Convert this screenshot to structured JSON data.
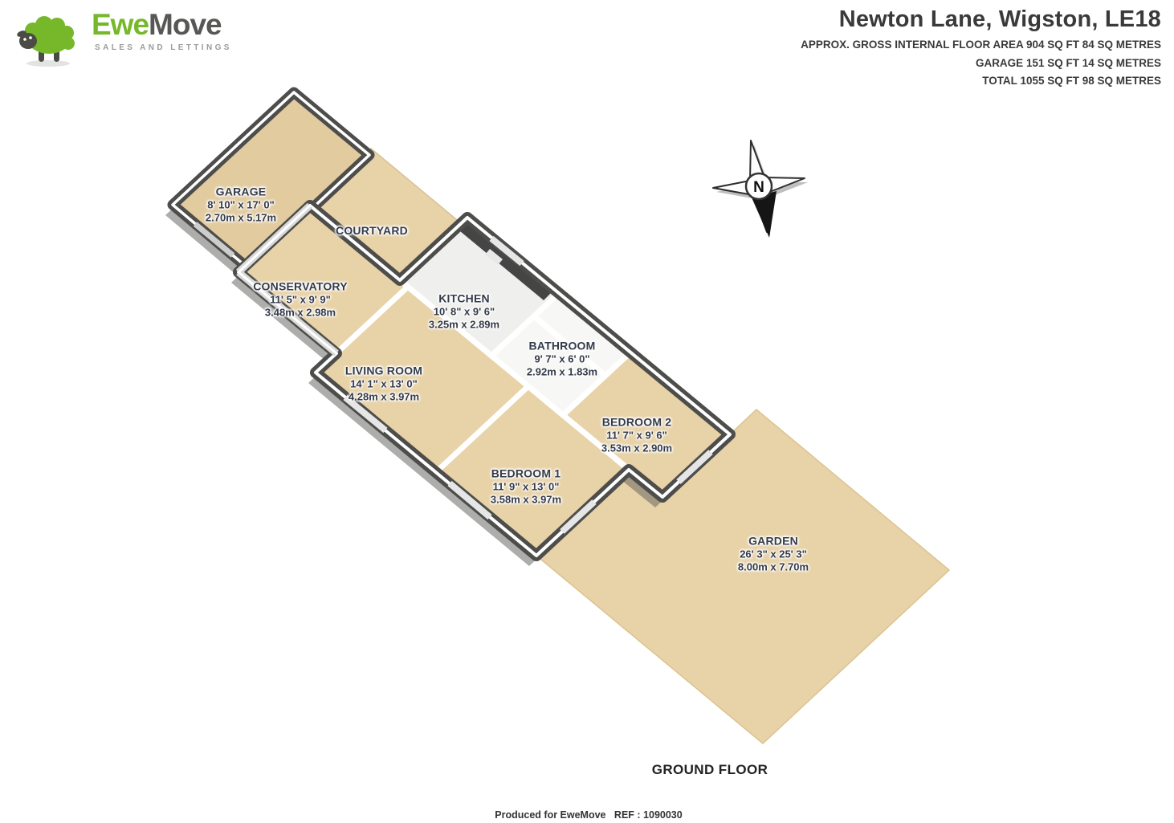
{
  "logo": {
    "brand_ewe": "Ewe",
    "brand_move": "Move",
    "tagline": "SALES AND LETTINGS"
  },
  "header": {
    "title": "Newton Lane, Wigston, LE18",
    "area_lines": [
      "APPROX. GROSS INTERNAL FLOOR AREA 904 SQ FT 84 SQ METRES",
      "GARAGE 151 SQ FT 14 SQ METRES",
      "TOTAL 1055 SQ FT 98 SQ METRES"
    ]
  },
  "compass": {
    "label": "N"
  },
  "floorplan": {
    "floor_label": "GROUND FLOOR",
    "rooms": [
      {
        "name": "GARAGE",
        "size_imperial": "8' 10\" x 17' 0\"",
        "size_metric": "2.70m x 5.17m"
      },
      {
        "name": "COURTYARD",
        "size_imperial": "",
        "size_metric": ""
      },
      {
        "name": "CONSERVATORY",
        "size_imperial": "11' 5\" x 9' 9\"",
        "size_metric": "3.48m x 2.98m"
      },
      {
        "name": "KITCHEN",
        "size_imperial": "10' 8\" x 9' 6\"",
        "size_metric": "3.25m x 2.89m"
      },
      {
        "name": "BATHROOM",
        "size_imperial": "9' 7\" x 6' 0\"",
        "size_metric": "2.92m x 1.83m"
      },
      {
        "name": "LIVING ROOM",
        "size_imperial": "14' 1\" x 13' 0\"",
        "size_metric": "4.28m x 3.97m"
      },
      {
        "name": "BEDROOM 2",
        "size_imperial": "11' 7\" x 9' 6\"",
        "size_metric": "3.53m x 2.90m"
      },
      {
        "name": "BEDROOM 1",
        "size_imperial": "11' 9\" x 13' 0\"",
        "size_metric": "3.58m x 3.97m"
      },
      {
        "name": "GARDEN",
        "size_imperial": "26' 3\" x 25' 3\"",
        "size_metric": "8.00m x 7.70m"
      }
    ]
  },
  "footer": {
    "text": "Produced for EweMove   REF : 1090030"
  },
  "colors": {
    "brand_green": "#76b82a",
    "floor_tan": "#e8d2a7",
    "wall_dark": "#4d4d4b",
    "label_text": "#333a49"
  }
}
